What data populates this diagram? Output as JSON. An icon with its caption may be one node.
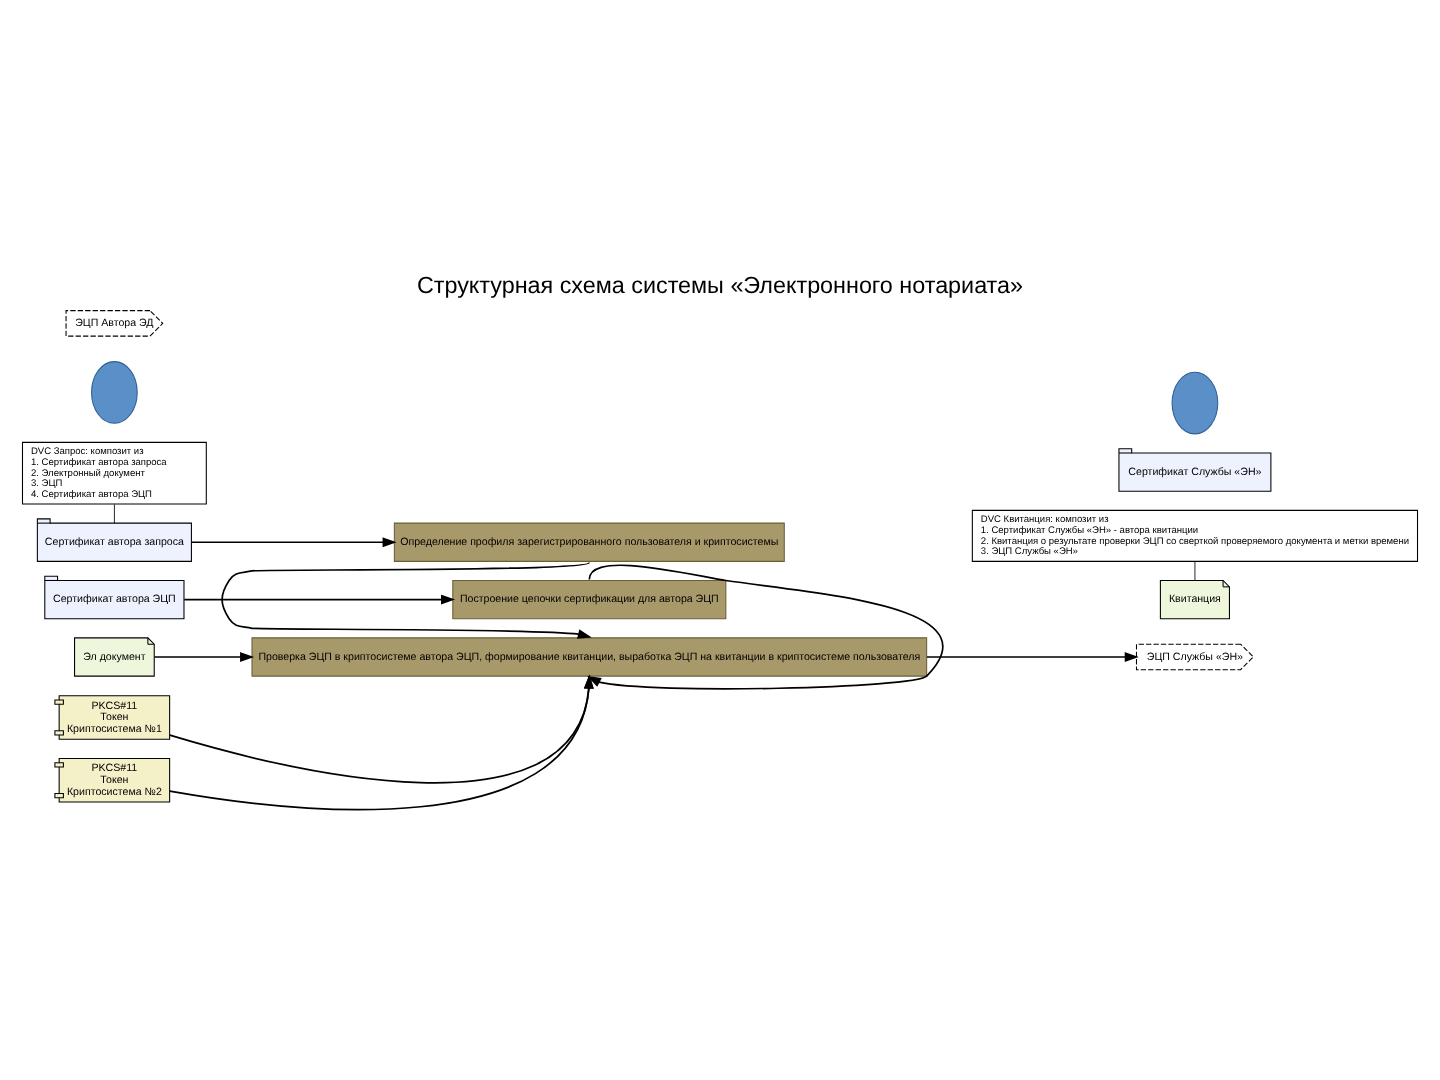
{
  "diagram": {
    "title": "Структурная схема системы «Электронного нотариата»",
    "nodes": [
      {
        "text": [
          "DVC Запрос: композит из",
          "1. Сертификат автора запроса",
          "2. Электронный документ",
          "3. ЭЦП",
          "4. Сертификат автора ЭЦП"
        ]
      },
      {
        "text": [
          "Сертификат автора запроса"
        ]
      },
      {
        "text": [],
        "shape": "person"
      },
      {
        "text": [
          "Эл документ"
        ]
      },
      {
        "text": [
          "ЭЦП Автора ЭД"
        ]
      },
      {
        "text": [
          "Сертификат автора ЭЦП"
        ]
      },
      {
        "text": [
          "Определение профиля зарегистрированного пользователя и криптосистемы"
        ]
      },
      {
        "text": [
          "Проверка ЭЦП в криптосистеме автора ЭЦП, формирование квитанции, выработка ЭЦП на квитанции в криптосистеме пользователя"
        ]
      },
      {
        "text": [
          "Построение цепочки сертификации для автора ЭЦП"
        ]
      },
      {
        "text": [
          "PKCS#11",
          "Токен",
          "Криптосистема №1"
        ]
      },
      {
        "text": [
          "PKCS#11",
          "Токен",
          "Криптосистема №2"
        ]
      },
      {
        "text": [
          "DVC Квитанция: композит из",
          "1. Сертификат Службы «ЭН» - автора квитанции",
          "2. Квитанция о результате проверки ЭЦП со сверткой проверяемого документа и метки времени",
          "3. ЭЦП Службы «ЭН»"
        ]
      },
      {
        "text": [
          "Квитанция"
        ]
      },
      {
        "text": [
          "ЭЦП Службы «ЭН»"
        ]
      },
      {
        "text": [
          "Сертификат Службы «ЭН»"
        ]
      },
      {
        "text": [],
        "shape": "person"
      }
    ],
    "edges": [
      {
        "from": 0,
        "to": 1,
        "arrow": "none"
      },
      {
        "from": 1,
        "to": 6,
        "arrow": "to"
      },
      {
        "from": 3,
        "to": 7,
        "arrow": "to"
      },
      {
        "from": 5,
        "to": 8,
        "arrow": "to"
      },
      {
        "from": 6,
        "to": 7,
        "arrow": "to"
      },
      {
        "from": 8,
        "to": 7,
        "arrow": "to"
      },
      {
        "from": 9,
        "to": 7,
        "arrow": "to"
      },
      {
        "from": 10,
        "to": 7,
        "arrow": "to"
      },
      {
        "from": 7,
        "to": 13,
        "arrow": "to"
      },
      {
        "from": 11,
        "to": 12,
        "arrow": "none"
      }
    ]
  }
}
